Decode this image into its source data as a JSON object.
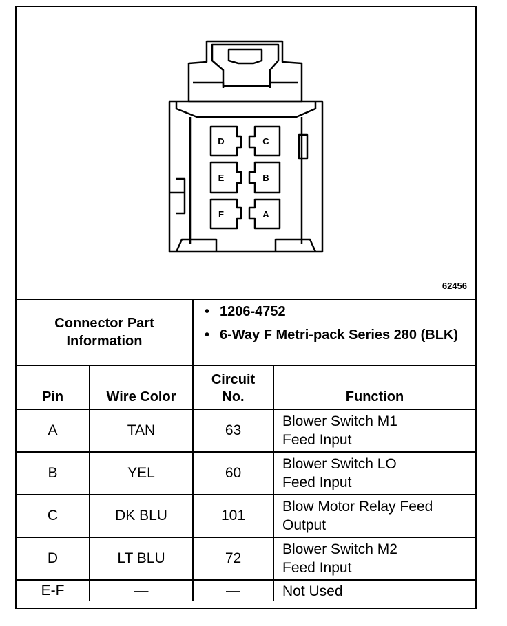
{
  "diagram": {
    "figure_number": "62456",
    "pin_labels": [
      "D",
      "C",
      "E",
      "B",
      "F",
      "A"
    ]
  },
  "connector_info": {
    "label_line1": "Connector Part",
    "label_line2": "Information",
    "items": [
      "1206-4752",
      "6-Way F Metri-pack Series 280 (BLK)"
    ]
  },
  "table": {
    "headers": {
      "pin": "Pin",
      "wire_color": "Wire Color",
      "circuit_line1": "Circuit",
      "circuit_line2": "No.",
      "function": "Function"
    },
    "rows": [
      {
        "pin": "A",
        "wire_color": "TAN",
        "circuit": "63",
        "function_line1": "Blower Switch M1",
        "function_line2": "Feed Input"
      },
      {
        "pin": "B",
        "wire_color": "YEL",
        "circuit": "60",
        "function_line1": "Blower Switch LO",
        "function_line2": "Feed Input"
      },
      {
        "pin": "C",
        "wire_color": "DK BLU",
        "circuit": "101",
        "function_line1": "Blow Motor Relay Feed",
        "function_line2": "Output"
      },
      {
        "pin": "D",
        "wire_color": "LT BLU",
        "circuit": "72",
        "function_line1": "Blower Switch M2",
        "function_line2": "Feed Input"
      },
      {
        "pin": "E-F",
        "wire_color": "—",
        "circuit": "—",
        "function_line1": "Not Used",
        "function_line2": ""
      }
    ]
  }
}
